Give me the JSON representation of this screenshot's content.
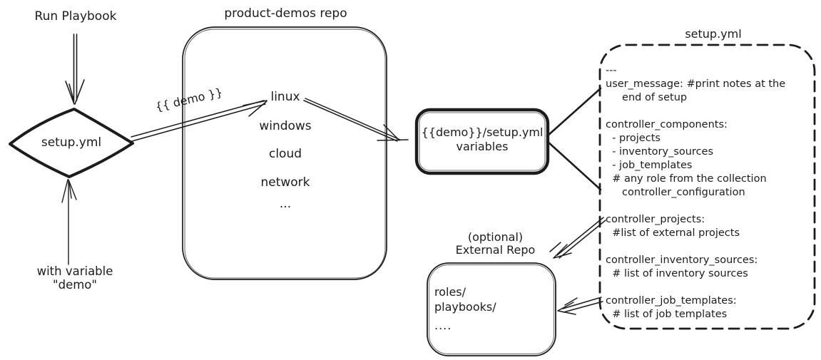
{
  "colors": {
    "ink": "#1c1c1c",
    "background": "#ffffff"
  },
  "left_flow": {
    "run_playbook_label": "Run Playbook",
    "diamond_label": "setup.yml",
    "with_variable_label_line1": "with variable",
    "with_variable_label_line2": "\"demo\"",
    "demo_arrow_label": "{{ demo }}"
  },
  "product_demos_repo": {
    "title": "product-demos repo",
    "items": [
      "linux",
      "windows",
      "cloud",
      "network",
      "..."
    ]
  },
  "variables_box": {
    "label_line1": "{{demo}}/setup.yml",
    "label_line2": "variables"
  },
  "setup_yml_file": {
    "title": "setup.yml",
    "lines": [
      "---",
      "user_message: #print notes at the",
      "     end of setup",
      "",
      "controller_components:",
      "  - projects",
      "  - inventory_sources",
      "  - job_templates",
      "  # any role from the collection",
      "     controller_configuration",
      "",
      "controller_projects:",
      "  #list of external projects",
      "",
      "controller_inventory_sources:",
      "  # list of inventory sources",
      "",
      "controller_job_templates:",
      "  # list of job templates"
    ]
  },
  "external_repo": {
    "label_line1": "(optional)",
    "label_line2": "External Repo",
    "lines": [
      "roles/",
      "playbooks/",
      "...."
    ]
  }
}
